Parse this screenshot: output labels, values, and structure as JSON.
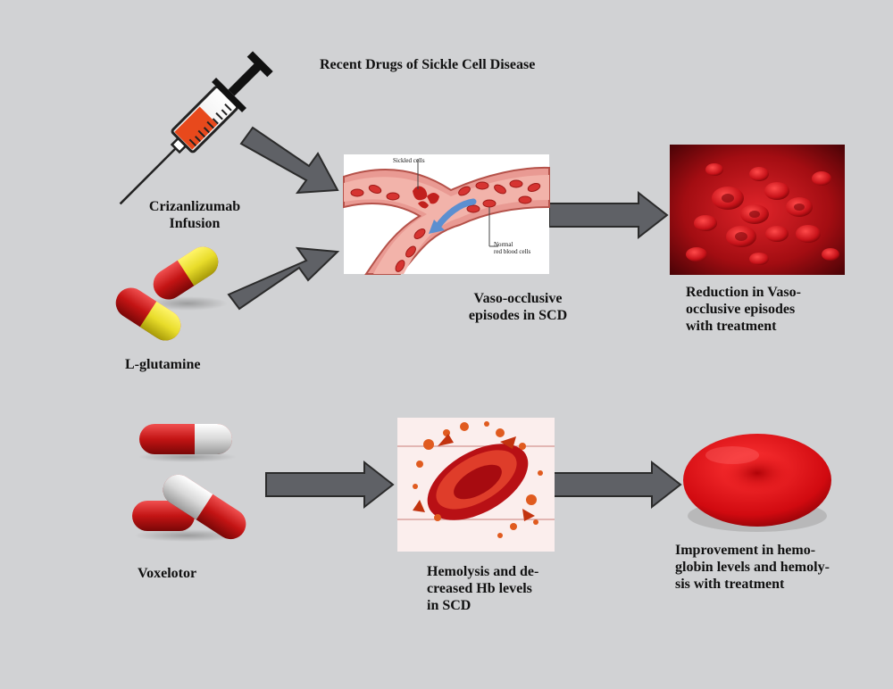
{
  "title": "Recent Drugs of Sickle Cell Disease",
  "drugs": {
    "crizanlizumab": "Crizanlizumab\nInfusion",
    "l_glutamine": "L-glutamine",
    "voxelotor": "Voxelotor"
  },
  "vessel_labels": {
    "sickled": "Sickled cells",
    "normal": "Normal\nred blood cells"
  },
  "outcomes": {
    "vaso_occlusive": "Vaso-occlusive\nepisodes in SCD",
    "reduction": "Reduction in Vaso-\nocclusive episodes\nwith treatment",
    "hemolysis": "Hemolysis and de-\ncreased Hb levels\nin SCD",
    "improvement": "Improvement in hemo-\nglobin levels and hemoly-\nsis with treatment"
  },
  "colors": {
    "background": "#d1d2d4",
    "arrow_fill": "#5f6166",
    "blood_red": "#c3171c",
    "capsule_yellow": "#e8dc2a",
    "capsule_white": "#dcdcdc"
  }
}
